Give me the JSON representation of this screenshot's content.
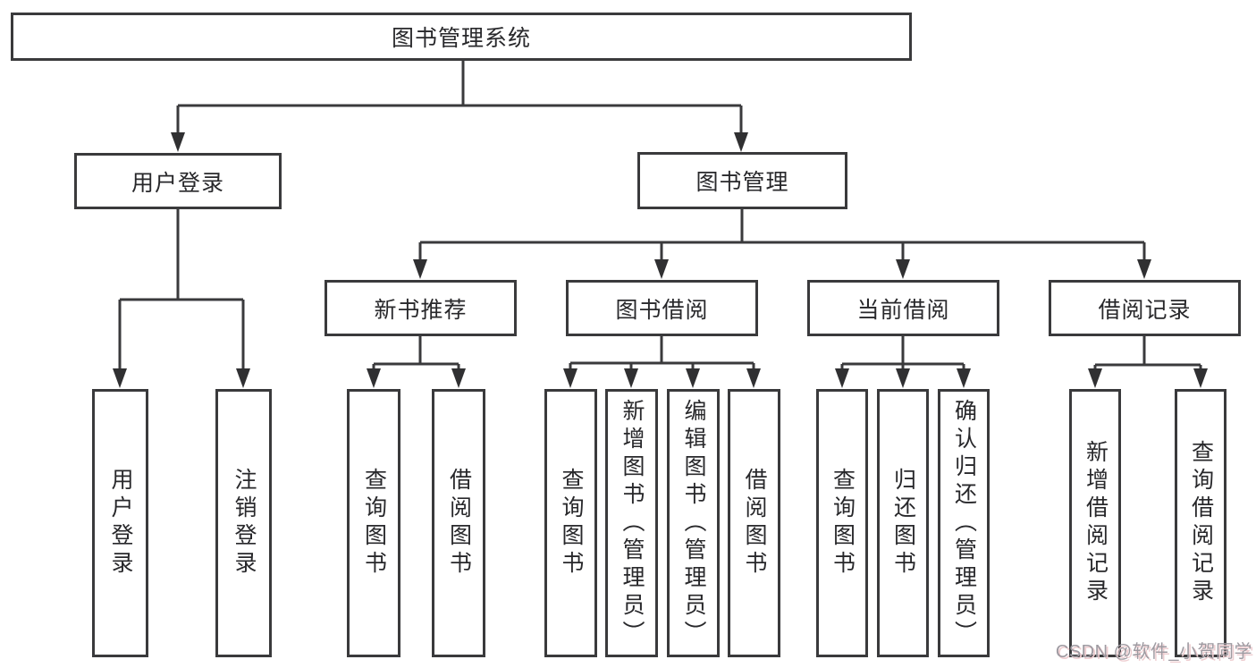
{
  "diagram": {
    "type": "hierarchy-tree",
    "tree": {
      "label": "图书管理系统",
      "children": [
        {
          "label": "用户登录",
          "children": [
            {
              "label": "用户登录"
            },
            {
              "label": "注销登录"
            }
          ]
        },
        {
          "label": "图书管理",
          "children": [
            {
              "label": "新书推荐",
              "children": [
                {
                  "label": "查询图书"
                },
                {
                  "label": "借阅图书"
                }
              ]
            },
            {
              "label": "图书借阅",
              "children": [
                {
                  "label": "查询图书"
                },
                {
                  "label": "新增图书（管理员）"
                },
                {
                  "label": "编辑图书（管理员）"
                },
                {
                  "label": "借阅图书"
                }
              ]
            },
            {
              "label": "当前借阅",
              "children": [
                {
                  "label": "查询图书"
                },
                {
                  "label": "归还图书"
                },
                {
                  "label": "确认归还（管理员）"
                }
              ]
            },
            {
              "label": "借阅记录",
              "children": [
                {
                  "label": "新增借阅记录"
                },
                {
                  "label": "查询借阅记录"
                }
              ]
            }
          ]
        }
      ]
    },
    "colors": {
      "line": "#3a3a3c",
      "arrow_fill": "#303032",
      "box_border": "#3a3a3c",
      "box_fill": "#ffffff",
      "text": "#28282b",
      "watermark_text": "#9e9aa1",
      "watermark_shadow": "#eecdd0"
    }
  },
  "watermark": {
    "text": "CSDN @软件_小贺同学"
  }
}
